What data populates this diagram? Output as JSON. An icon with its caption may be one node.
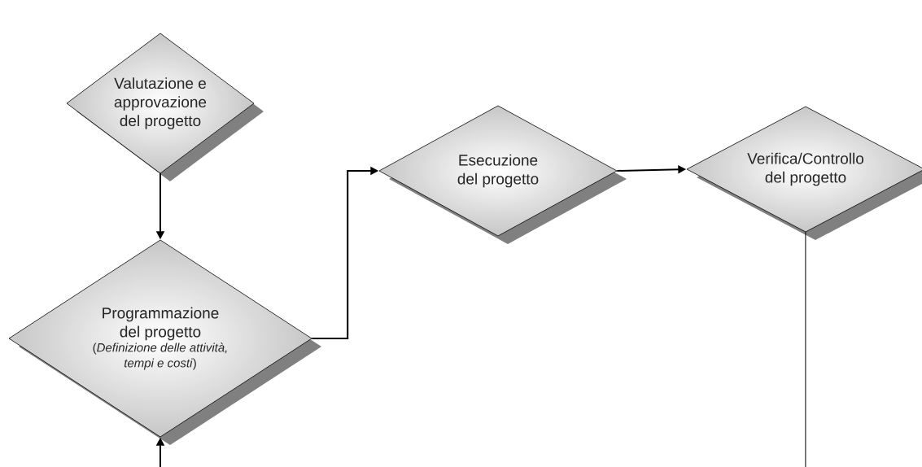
{
  "diagram": {
    "nodes": [
      {
        "text": [
          "Valutazione e approvazione del progetto"
        ]
      },
      {
        "text": [
          "Programmazione del progetto",
          "(*Definizione delle attività, tempi e costi*)"
        ]
      },
      {
        "text": [
          "Esecuzione del progetto"
        ]
      },
      {
        "text": [
          "Verifica/Controllo del progetto"
        ]
      }
    ],
    "edges": [
      {
        "from": 0,
        "to": 1,
        "arrow": "to"
      },
      {
        "from": 1,
        "to": 2,
        "arrow": "to"
      },
      {
        "from": 2,
        "to": 3,
        "arrow": "to"
      },
      {
        "from": 3,
        "to": null,
        "arrow": "none"
      },
      {
        "from": null,
        "to": 1,
        "arrow": "to"
      }
    ]
  }
}
